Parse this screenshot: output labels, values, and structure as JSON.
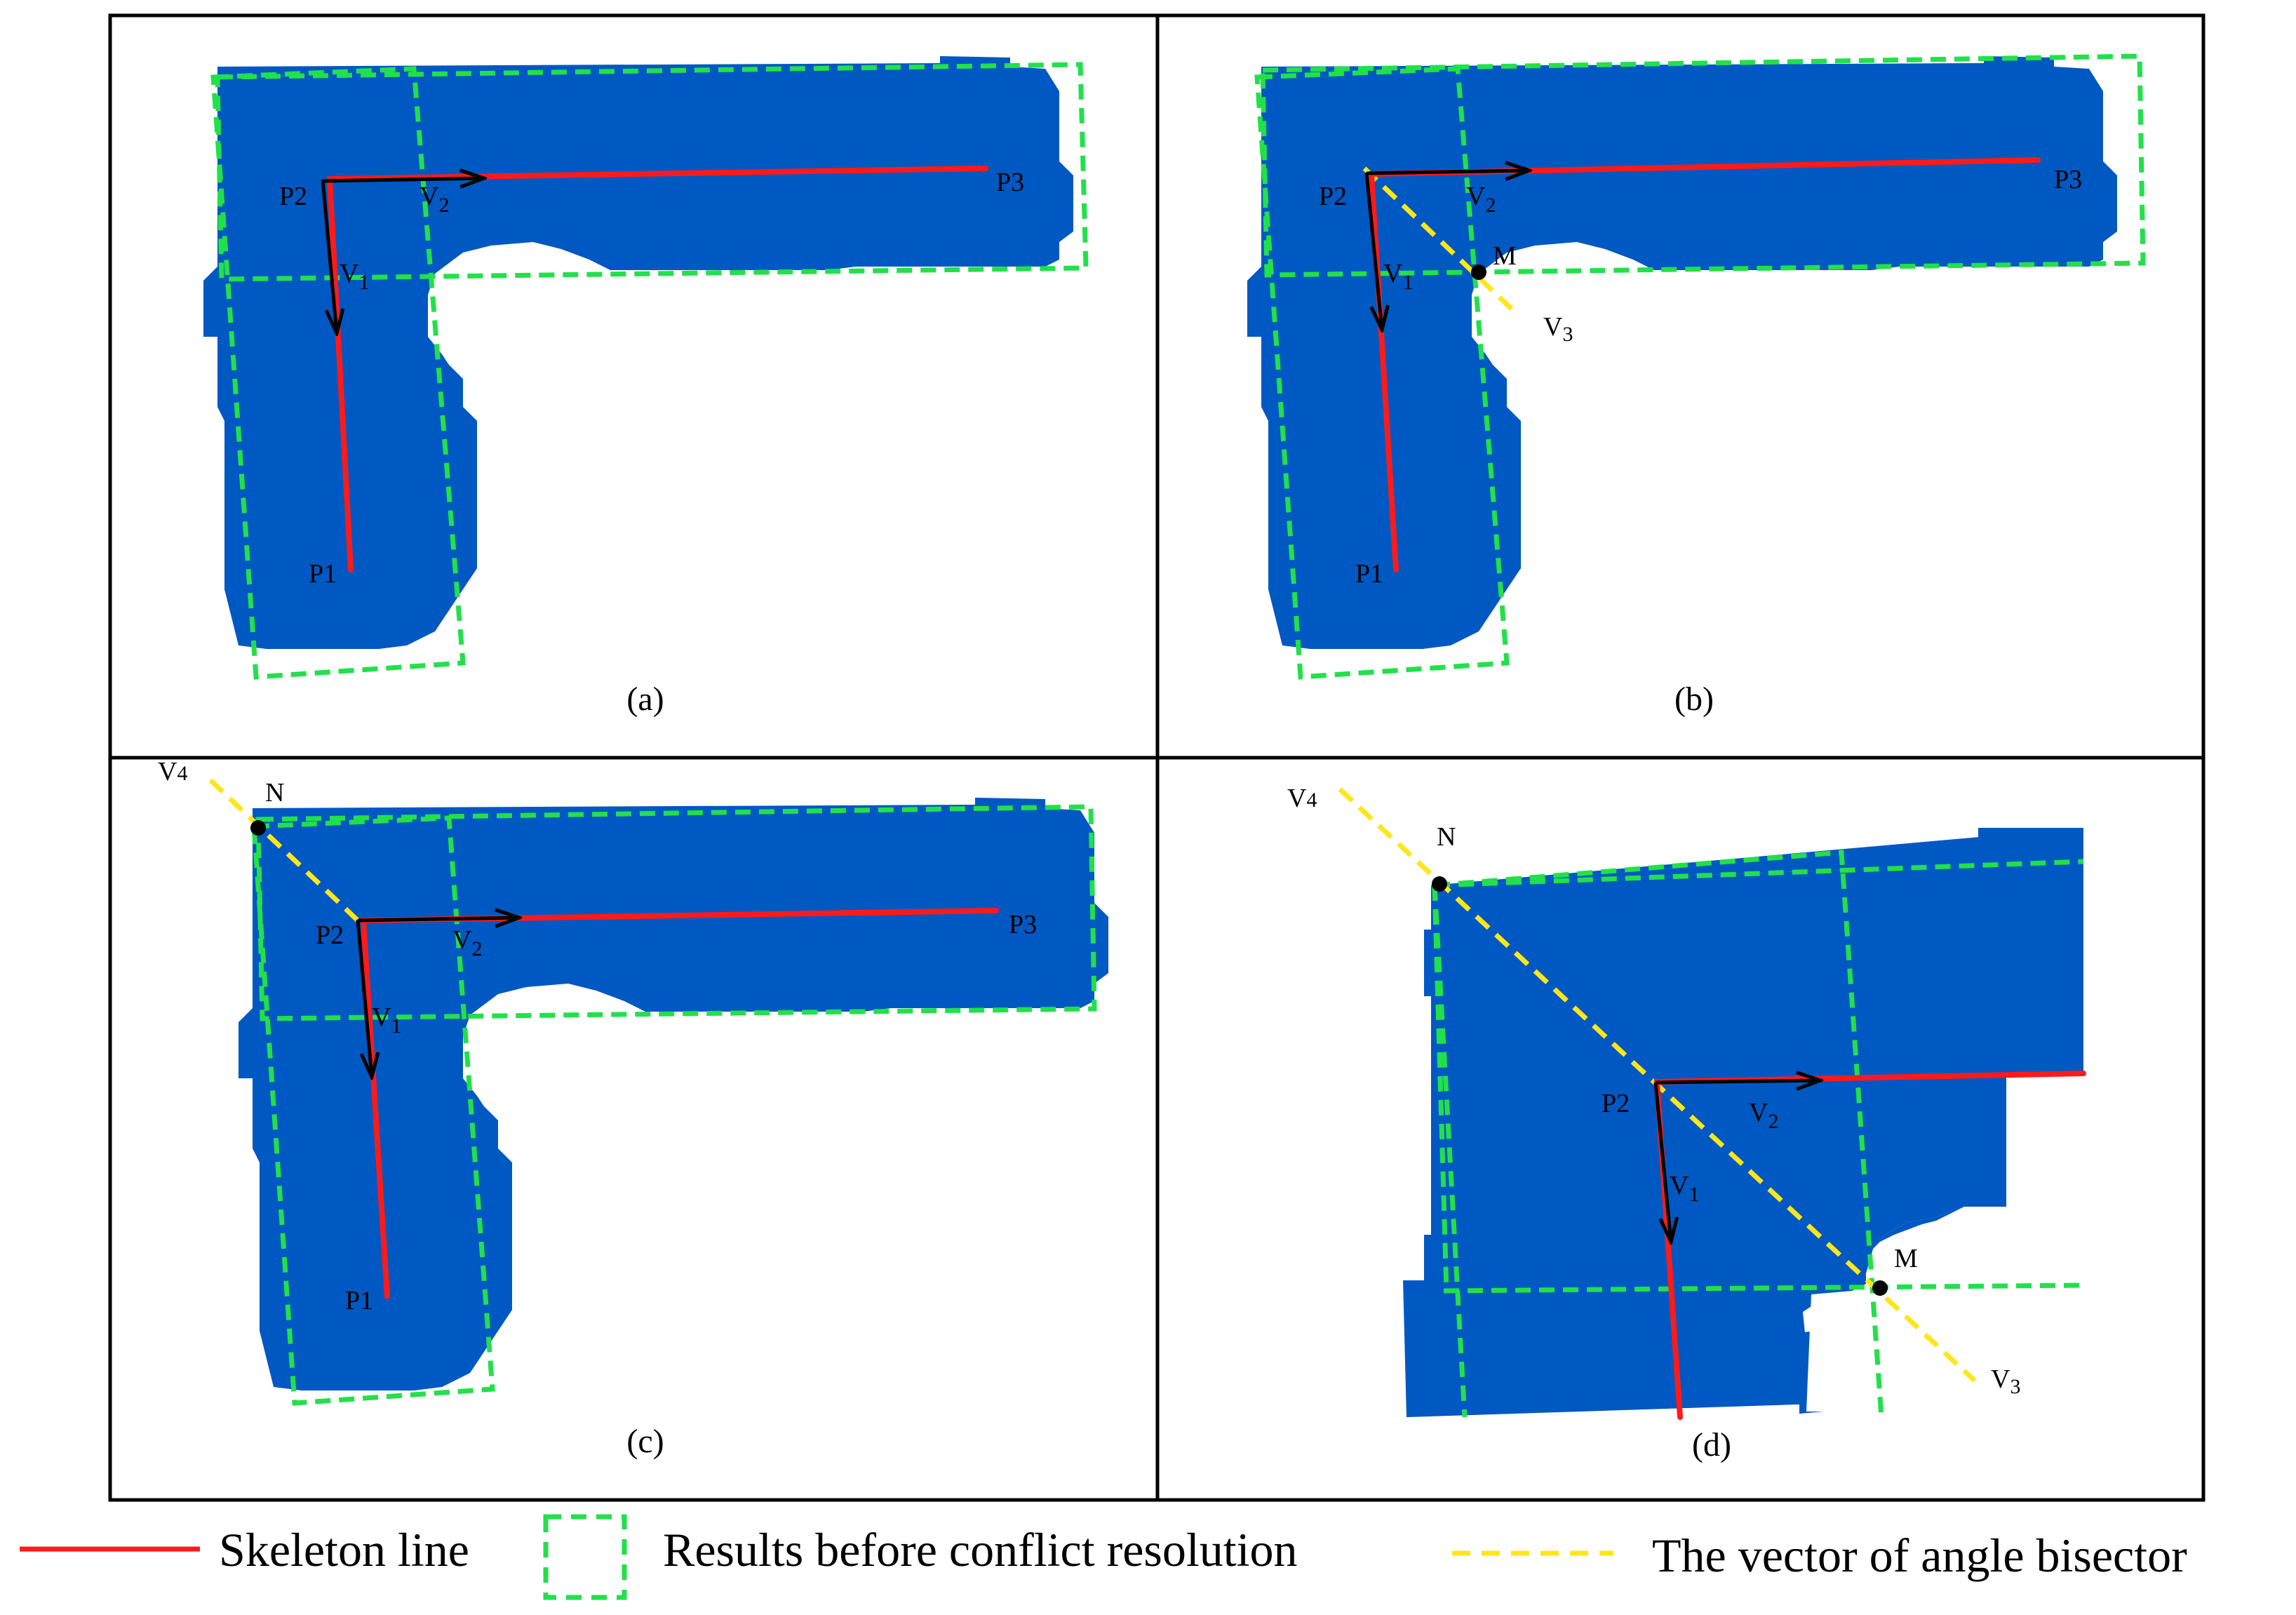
{
  "panels": {
    "a": {
      "caption": "(a)",
      "p1": "P1",
      "p2": "P2",
      "p3": "P3",
      "v1": "V",
      "v1_sub": "1",
      "v2": "V",
      "v2_sub": "2"
    },
    "b": {
      "caption": "(b)",
      "p1": "P1",
      "p2": "P2",
      "p3": "P3",
      "v1": "V",
      "v1_sub": "1",
      "v2": "V",
      "v2_sub": "2",
      "v3": "V",
      "v3_sub": "3",
      "m": "M"
    },
    "c": {
      "caption": "(c)",
      "p1": "P1",
      "p2": "P2",
      "p3": "P3",
      "v1": "V",
      "v1_sub": "1",
      "v2": "V",
      "v2_sub": "2",
      "v4": "V",
      "v4_sub": "4",
      "n": "N"
    },
    "d": {
      "caption": "(d)",
      "p2": "P2",
      "v1": "V",
      "v1_sub": "1",
      "v2": "V",
      "v2_sub": "2",
      "v3": "V",
      "v3_sub": "3",
      "v4": "V",
      "v4_sub": "4",
      "m": "M",
      "n": "N"
    }
  },
  "legend": {
    "skeleton": "Skeleton line",
    "before": "Results before conflict resolution",
    "bisector": "The vector of angle bisector"
  },
  "colors": {
    "building": "#0058C2",
    "skeleton": "#FF1A1A",
    "dashed_box": "#22E04A",
    "bisector": "#FFE61A"
  }
}
